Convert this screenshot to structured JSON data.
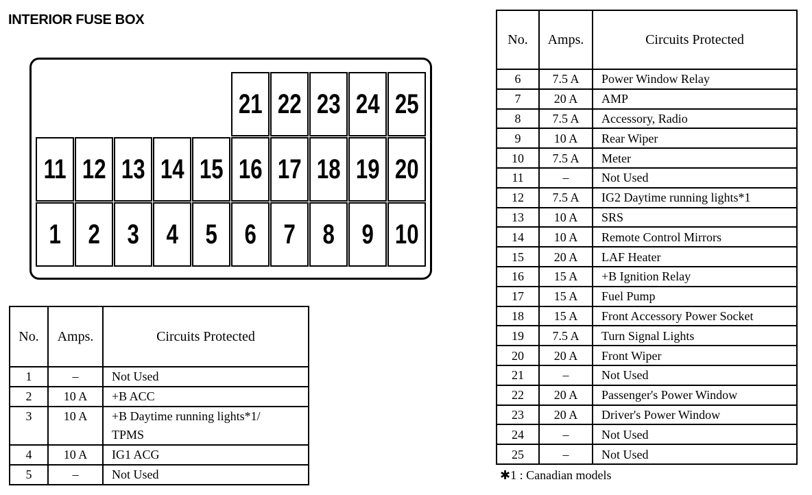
{
  "title": "INTERIOR FUSE BOX",
  "fuse_box": {
    "top_row": [
      "21",
      "22",
      "23",
      "24",
      "25"
    ],
    "middle_row": [
      "11",
      "12",
      "13",
      "14",
      "15",
      "16",
      "17",
      "18",
      "19",
      "20"
    ],
    "bottom_row": [
      "1",
      "2",
      "3",
      "4",
      "5",
      "6",
      "7",
      "8",
      "9",
      "10"
    ]
  },
  "table_headers": {
    "no": "No.",
    "amps": "Amps.",
    "circuits": "Circuits Protected"
  },
  "left_table": [
    {
      "no": "1",
      "amps": "–",
      "circuit": "Not Used"
    },
    {
      "no": "2",
      "amps": "10 A",
      "circuit": "+B ACC"
    },
    {
      "no": "3",
      "amps": "10 A",
      "circuit": "+B Daytime running lights*1/",
      "circuit2": "TPMS"
    },
    {
      "no": "4",
      "amps": "10 A",
      "circuit": "IG1 ACG"
    },
    {
      "no": "5",
      "amps": "–",
      "circuit": "Not Used"
    }
  ],
  "right_table": [
    {
      "no": "6",
      "amps": "7.5 A",
      "circuit": "Power Window Relay"
    },
    {
      "no": "7",
      "amps": "20 A",
      "circuit": "AMP"
    },
    {
      "no": "8",
      "amps": "7.5 A",
      "circuit": "Accessory, Radio"
    },
    {
      "no": "9",
      "amps": "10 A",
      "circuit": "Rear Wiper"
    },
    {
      "no": "10",
      "amps": "7.5 A",
      "circuit": "Meter"
    },
    {
      "no": "11",
      "amps": "–",
      "circuit": "Not Used"
    },
    {
      "no": "12",
      "amps": "7.5 A",
      "circuit": "IG2 Daytime running lights*1"
    },
    {
      "no": "13",
      "amps": "10 A",
      "circuit": "SRS"
    },
    {
      "no": "14",
      "amps": "10 A",
      "circuit": "Remote Control Mirrors"
    },
    {
      "no": "15",
      "amps": "20 A",
      "circuit": "LAF Heater"
    },
    {
      "no": "16",
      "amps": "15 A",
      "circuit": "+B Ignition Relay"
    },
    {
      "no": "17",
      "amps": "15 A",
      "circuit": "Fuel Pump"
    },
    {
      "no": "18",
      "amps": "15 A",
      "circuit": "Front Accessory Power Socket"
    },
    {
      "no": "19",
      "amps": "7.5 A",
      "circuit": "Turn Signal Lights"
    },
    {
      "no": "20",
      "amps": "20 A",
      "circuit": "Front Wiper"
    },
    {
      "no": "21",
      "amps": "–",
      "circuit": "Not Used"
    },
    {
      "no": "22",
      "amps": "20 A",
      "circuit": "Passenger's Power Window"
    },
    {
      "no": "23",
      "amps": "20 A",
      "circuit": "Driver's Power Window"
    },
    {
      "no": "24",
      "amps": "–",
      "circuit": "Not Used"
    },
    {
      "no": "25",
      "amps": "–",
      "circuit": "Not Used"
    }
  ],
  "footnote": "✱1 : Canadian models"
}
